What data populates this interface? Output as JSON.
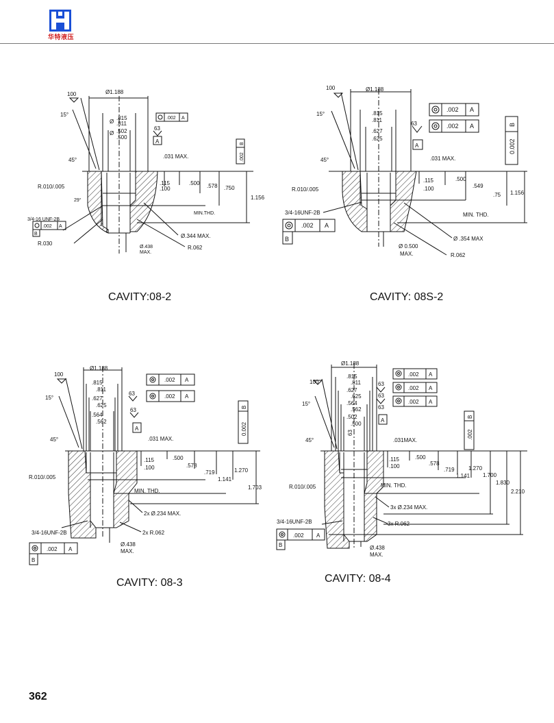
{
  "header": {
    "company": "华特液压",
    "logo_icon": "ht-logo-icon",
    "brand_color": "#1a4fd6",
    "text_color": "#d02020"
  },
  "page_number": "362",
  "cavities": {
    "c082": {
      "caption": "CAVITY:08-2",
      "labels": {
        "d1188": "Ø1.188",
        "ang100": "100",
        "ang15": "15°",
        "phi": "Ø",
        "d815": ".815",
        "d811": ".811",
        "d502": ".502",
        "d500": ".500",
        "fcf_val": ".002",
        "fcf_ref": "A",
        "finish63": "63",
        "datumA": "A",
        "datumB": "B",
        "fcfB_val": ".002",
        "ang45": "45°",
        "chamf031": ".031 MAX.",
        "r010": "R.010/.005",
        "ang29": "29°",
        "d115": ".115",
        "d100": ".100",
        "d500b": ".500",
        "d578": ".578",
        "d750": ".750",
        "d1156": "1.156",
        "minthd": "MIN.THD.",
        "thread": "3/4-16 UNF-2B",
        "fcf2_val": ".002",
        "fcf2_ref": "A",
        "fcf2_datum": "B",
        "r030": "R.030",
        "d438": "Ø.438",
        "max1": "MAX.",
        "r062": "R.062",
        "d344": "Ø.344 MAX."
      }
    },
    "c08s2": {
      "caption": "CAVITY: 08S-2",
      "labels": {
        "d1188": "Ø1.188",
        "ang100": "100",
        "ang15": "15°",
        "d815": ".815",
        "d811": ".811",
        "d627": ".627",
        "d625": ".625",
        "fcf1_val": ".002",
        "fcf1_ref": "A",
        "fcf2_val": ".002",
        "fcf2_ref": "A",
        "finish63": "63",
        "datumA": "A",
        "datumB": "B",
        "fcfB_val": "0.002",
        "ang45": "45°",
        "chamf031": ".031 MAX.",
        "d115": ".115",
        "d100": ".100",
        "d500": ".500",
        "d549": ".549",
        "d75": ".75",
        "d1156": "1.156",
        "r010": "R.010/.005",
        "minthd": "MIN. THD.",
        "thread": "3/4-16UNF-2B",
        "fcf3_val": ".002",
        "fcf3_ref": "A",
        "fcf3_datum": "B",
        "d354": "Ø .354 MAX",
        "d0500": "Ø 0.500",
        "max1": "MAX.",
        "r062": "R.062"
      }
    },
    "c083": {
      "caption": "CAVITY: 08-3",
      "labels": {
        "d1188": "Ø1.188",
        "ang100": "100",
        "ang15": "15°",
        "d815": ".815",
        "d811": ".811",
        "d627": ".627",
        "d625": ".625",
        "d564": ".564",
        "d562": ".562",
        "fcf1_val": ".002",
        "fcf1_ref": "A",
        "fcf2_val": ".002",
        "fcf2_ref": "A",
        "finish63a": "63",
        "finish63b": "63",
        "datumA": "A",
        "datumB": "B",
        "fcfB_val": "0.002",
        "ang45": "45°",
        "chamf031": ".031 MAX.",
        "d115": ".115",
        "d100": ".100",
        "d500": ".500",
        "d578": ".578",
        "d719": ".719",
        "d1141": "1.141",
        "d1270": "1.270",
        "d1703": "1.703",
        "r010": "R.010/.005",
        "minthd": "MIN. THD.",
        "d234": "2x Ø.234 MAX.",
        "r062": "2x R.062",
        "thread": "3/4-16UNF-2B",
        "d438": "Ø.438",
        "max1": "MAX.",
        "fcf3_val": ".002",
        "fcf3_ref": "A",
        "fcf3_datum": "B"
      }
    },
    "c084": {
      "caption": "CAVITY: 08-4",
      "labels": {
        "d1188": "Ø1.188",
        "ang100": "100",
        "ang15": "15°",
        "d815": ".815",
        "d811": ".811",
        "d627": ".627",
        "d625": ".625",
        "d564": ".564",
        "d562": ".562",
        "d502": ".502",
        "d500": ".500",
        "fcf1_val": ".002",
        "fcf1_ref": "A",
        "fcf2_val": ".002",
        "fcf2_ref": "A",
        "fcf3_val": ".002",
        "fcf3_ref": "A",
        "finish63a": "63",
        "finish63b": "63",
        "finish63c": "63",
        "finish63d": "63",
        "datumA": "A",
        "datumB": "B",
        "fcfB_val": ".002",
        "ang45": "45°",
        "chamf031": ".031MAX.",
        "d115": ".115",
        "d100": ".100",
        "d500b": ".500",
        "d578": ".578",
        "d719": ".719",
        "d1141": "1.141",
        "d1270": "1.270",
        "d1700": "1.700",
        "d1830": "1.830",
        "d2210": "2.210",
        "r010": "R.010/.005",
        "minthd": "MIN. THD.",
        "d234": "3x Ø.234 MAX.",
        "r062": "3x R.062",
        "thread": "3/4-16UNF-2B",
        "fcf4_val": ".002",
        "fcf4_ref": "A",
        "fcf4_datum": "B",
        "d438": "Ø.438",
        "max1": "MAX."
      }
    }
  }
}
